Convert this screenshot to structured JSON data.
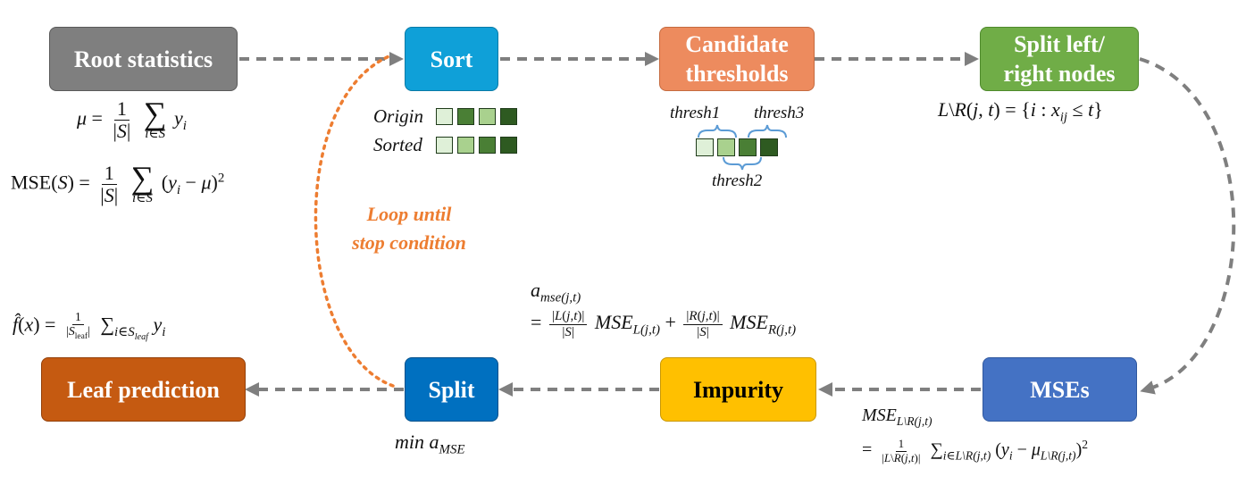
{
  "nodes": {
    "root": {
      "label": "Root statistics",
      "color": "#7F7F7F",
      "border": "#5a5a5a"
    },
    "sort": {
      "label": "Sort",
      "color": "#0FA0D8",
      "border": "#0a7aa6"
    },
    "candidate": {
      "label": "Candidate thresholds",
      "color": "#ED8B5E",
      "border": "#c56b40"
    },
    "splitlr": {
      "label": "Split left/ right nodes",
      "color": "#70AD47",
      "border": "#4f8a2c"
    },
    "mses": {
      "label": "MSEs",
      "color": "#4472C4",
      "border": "#2f579e"
    },
    "impurity": {
      "label": "Impurity",
      "color": "#FFC000",
      "border": "#c99700",
      "text_color": "#000000"
    },
    "split": {
      "label": "Split",
      "color": "#0070C0",
      "border": "#004f8a"
    },
    "leaf": {
      "label": "Leaf prediction",
      "color": "#C55A11",
      "border": "#93400a"
    }
  },
  "sort_legend": {
    "origin_label": "Origin",
    "sorted_label": "Sorted",
    "origin_cells": [
      "#dff0d8",
      "#4a7f35",
      "#a9d18e",
      "#2e5a21"
    ],
    "sorted_cells": [
      "#dff0d8",
      "#a9d18e",
      "#4a7f35",
      "#2e5a21"
    ]
  },
  "thresholds": {
    "t1": "thresh1",
    "t2": "thresh2",
    "t3": "thresh3",
    "cells": [
      "#dff0d8",
      "#a9d18e",
      "#4a7f35",
      "#2e5a21"
    ],
    "brace_color": "#5B9BD5"
  },
  "loop": {
    "line1": "Loop until",
    "line2": "stop condition",
    "color": "#ED7D31"
  },
  "formulas": {
    "mu_lhs": "μ =",
    "mse_lhs": "MSE(S) =",
    "split_set": "L\\R(j, t) = {i : x",
    "split_set_sub": "ij",
    "split_set_rhs": "≤ t}",
    "min_label": "min a",
    "min_sub": "MSE"
  },
  "arrow_color": "#7F7F7F"
}
